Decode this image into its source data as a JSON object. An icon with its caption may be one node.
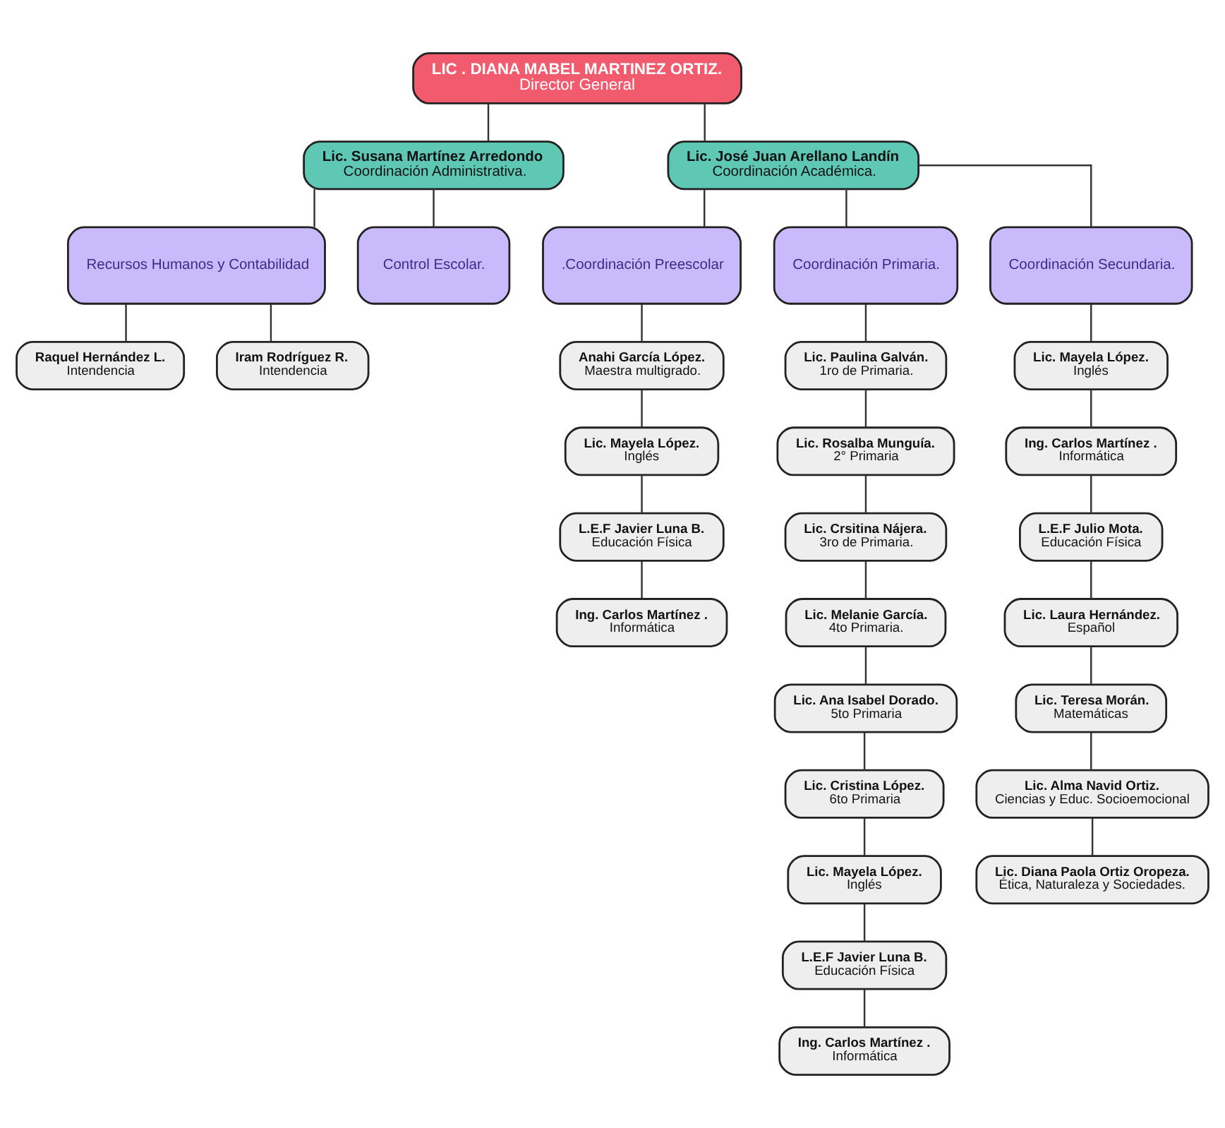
{
  "diagram": {
    "nodes": [
      {
        "text": [
          "LIC . DIANA MABEL MARTINEZ ORTIZ.",
          "Director General"
        ]
      },
      {
        "text": [
          "Lic. Susana Martínez Arredondo",
          "Coordinación Administrativa."
        ]
      },
      {
        "text": [
          "Lic. José Juan Arellano Landín",
          "Coordinación Académica."
        ]
      },
      {
        "text": [
          "Recursos Humanos y Contabilidad"
        ]
      },
      {
        "text": [
          "Control Escolar."
        ]
      },
      {
        "text": [
          "Raquel Hernández L.",
          "Intendencia"
        ]
      },
      {
        "text": [
          "Iram Rodríguez R.",
          "Intendencia"
        ]
      },
      {
        "text": [
          ".Coordinación Preescolar"
        ]
      },
      {
        "text": [
          "Coordinación Primaria."
        ]
      },
      {
        "text": [
          "Coordinación Secundaria."
        ]
      },
      {
        "text": [
          "Anahi García López.",
          "Maestra multigrado."
        ]
      },
      {
        "text": [
          "Lic. Mayela López.",
          "Inglés"
        ]
      },
      {
        "text": [
          "L.E.F Javier Luna B.",
          "Educación Física"
        ]
      },
      {
        "text": [
          "Ing. Carlos Martínez .",
          "Informática"
        ]
      },
      {
        "text": [
          "Lic. Paulina Galván.",
          "1ro de Primaria."
        ]
      },
      {
        "text": [
          "Lic. Rosalba Munguía.",
          "2° Primaria"
        ]
      },
      {
        "text": [
          "Lic. Crsitina Nájera.",
          "3ro de Primaria."
        ]
      },
      {
        "text": [
          "Lic. Melanie García.",
          "4to Primaria."
        ]
      },
      {
        "text": [
          "Lic. Ana Isabel Dorado.",
          "5to Primaria"
        ]
      },
      {
        "text": [
          "Lic. Cristina López.",
          "6to Primaria"
        ]
      },
      {
        "text": [
          "Lic. Mayela López.",
          "Inglés"
        ]
      },
      {
        "text": [
          "L.E.F Javier Luna B.",
          "Educación Física"
        ]
      },
      {
        "text": [
          "Ing. Carlos Martínez .",
          "Informática"
        ]
      },
      {
        "text": [
          "Lic. Mayela López.",
          "Inglés"
        ]
      },
      {
        "text": [
          "Ing. Carlos Martínez .",
          "Informática"
        ]
      },
      {
        "text": [
          "L.E.F Julio Mota.",
          "Educación Física"
        ]
      },
      {
        "text": [
          "Lic. Laura Hernández.",
          "Español"
        ]
      },
      {
        "text": [
          "Lic. Teresa Morán.",
          "Matemáticas"
        ]
      },
      {
        "text": [
          "Lic. Alma Navid Ortiz.",
          "Ciencias y Educ. Socioemocional"
        ]
      },
      {
        "text": [
          "Lic. Diana Paola Ortiz Oropeza.",
          "Ética, Naturaleza y Sociedades."
        ]
      }
    ],
    "edges": [
      {
        "from": 0,
        "to": 1,
        "arrow": "none"
      },
      {
        "from": 0,
        "to": 2,
        "arrow": "none"
      },
      {
        "from": 1,
        "to": 3,
        "arrow": "none"
      },
      {
        "from": 1,
        "to": 4,
        "arrow": "none"
      },
      {
        "from": 3,
        "to": 5,
        "arrow": "none"
      },
      {
        "from": 3,
        "to": 6,
        "arrow": "none"
      },
      {
        "from": 2,
        "to": 7,
        "arrow": "none"
      },
      {
        "from": 2,
        "to": 8,
        "arrow": "none"
      },
      {
        "from": 2,
        "to": 9,
        "arrow": "none"
      },
      {
        "from": 7,
        "to": 10,
        "arrow": "none"
      },
      {
        "from": 10,
        "to": 11,
        "arrow": "none"
      },
      {
        "from": 11,
        "to": 12,
        "arrow": "none"
      },
      {
        "from": 12,
        "to": 13,
        "arrow": "none"
      },
      {
        "from": 8,
        "to": 14,
        "arrow": "none"
      },
      {
        "from": 14,
        "to": 15,
        "arrow": "none"
      },
      {
        "from": 15,
        "to": 16,
        "arrow": "none"
      },
      {
        "from": 16,
        "to": 17,
        "arrow": "none"
      },
      {
        "from": 17,
        "to": 18,
        "arrow": "none"
      },
      {
        "from": 18,
        "to": 19,
        "arrow": "none"
      },
      {
        "from": 19,
        "to": 20,
        "arrow": "none"
      },
      {
        "from": 20,
        "to": 21,
        "arrow": "none"
      },
      {
        "from": 21,
        "to": 22,
        "arrow": "none"
      },
      {
        "from": 9,
        "to": 23,
        "arrow": "none"
      },
      {
        "from": 23,
        "to": 24,
        "arrow": "none"
      },
      {
        "from": 24,
        "to": 25,
        "arrow": "none"
      },
      {
        "from": 25,
        "to": 26,
        "arrow": "none"
      },
      {
        "from": 26,
        "to": 27,
        "arrow": "none"
      },
      {
        "from": 27,
        "to": 28,
        "arrow": "none"
      },
      {
        "from": 28,
        "to": 29,
        "arrow": "none"
      }
    ]
  }
}
